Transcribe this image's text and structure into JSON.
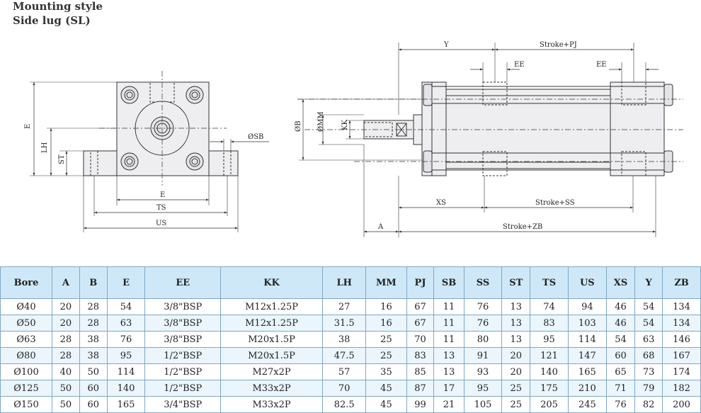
{
  "header": {
    "title": "Mounting style",
    "subtitle": "Side lug (SL)"
  },
  "drawing": {
    "front_view": {
      "labels": {
        "e_vertical": "E",
        "lh": "LH",
        "st": "ST",
        "sb": "ØSB",
        "e_horizontal": "E",
        "ts": "TS",
        "us": "US"
      }
    },
    "side_view": {
      "labels": {
        "y": "Y",
        "stroke_pj": "Stroke+PJ",
        "ee_left": "EE",
        "ee_right": "EE",
        "b": "ØB",
        "mm": "ØMM",
        "kk": "KK",
        "xs": "XS",
        "stroke_ss": "Stroke+SS",
        "a": "A",
        "stroke_zb": "Stroke+ZB"
      }
    },
    "colors": {
      "body_fill": "#eeeef1",
      "line": "#333333"
    }
  },
  "table": {
    "headers": [
      "Bore",
      "A",
      "B",
      "E",
      "EE",
      "KK",
      "LH",
      "MM",
      "PJ",
      "SB",
      "SS",
      "ST",
      "TS",
      "US",
      "XS",
      "Y",
      "ZB"
    ],
    "rows": [
      [
        "Ø40",
        "20",
        "28",
        "54",
        "3/8\"BSP",
        "M12x1.25P",
        "27",
        "16",
        "67",
        "11",
        "76",
        "13",
        "74",
        "94",
        "46",
        "54",
        "134"
      ],
      [
        "Ø50",
        "20",
        "28",
        "63",
        "3/8\"BSP",
        "M12x1.25P",
        "31.5",
        "16",
        "67",
        "11",
        "76",
        "13",
        "83",
        "103",
        "46",
        "54",
        "134"
      ],
      [
        "Ø63",
        "28",
        "38",
        "76",
        "3/8\"BSP",
        "M20x1.5P",
        "38",
        "25",
        "70",
        "11",
        "80",
        "13",
        "95",
        "114",
        "54",
        "63",
        "146"
      ],
      [
        "Ø80",
        "28",
        "38",
        "95",
        "1/2\"BSP",
        "M20x1.5P",
        "47.5",
        "25",
        "83",
        "13",
        "91",
        "20",
        "121",
        "147",
        "60",
        "68",
        "167"
      ],
      [
        "Ø100",
        "40",
        "50",
        "114",
        "1/2\"BSP",
        "M27x2P",
        "57",
        "35",
        "85",
        "13",
        "93",
        "20",
        "140",
        "165",
        "65",
        "73",
        "174"
      ],
      [
        "Ø125",
        "50",
        "60",
        "140",
        "1/2\"BSP",
        "M33x2P",
        "70",
        "45",
        "87",
        "17",
        "95",
        "25",
        "175",
        "210",
        "71",
        "79",
        "182"
      ],
      [
        "Ø150",
        "50",
        "60",
        "165",
        "3/4\"BSP",
        "M33x2P",
        "82.5",
        "45",
        "99",
        "21",
        "105",
        "25",
        "205",
        "245",
        "76",
        "82",
        "200"
      ]
    ],
    "colors": {
      "header_bg": "#cfe8f7",
      "alt_row_bg": "#eaf5fc",
      "border": "#7fa8c4"
    }
  }
}
